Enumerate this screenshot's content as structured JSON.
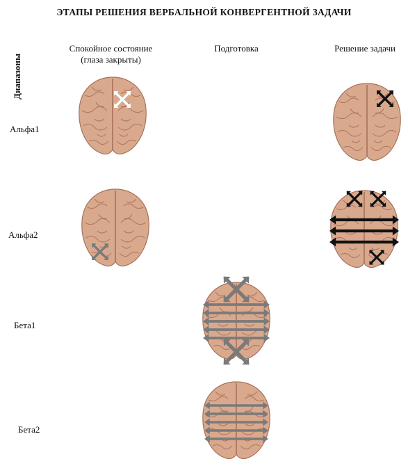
{
  "title": "ЭТАПЫ РЕШЕНИЯ ВЕРБАЛЬНОЙ КОНВЕРГЕНТНОЙ ЗАДАЧИ",
  "axis_label": "Диапазоны",
  "columns": [
    {
      "line1": "Спокойное состояние",
      "line2": "(глаза закрыты)"
    },
    {
      "line1": "Подготовка",
      "line2": ""
    },
    {
      "line1": "Решение задачи",
      "line2": ""
    }
  ],
  "rows": [
    "Альфа1",
    "Альфа2",
    "Бета1",
    "Бета2"
  ],
  "colors": {
    "brain_fill": "#d9a98e",
    "gyri_line": "#a8705a",
    "alpha1_marker": "#ffffff",
    "task_marker": "#111111",
    "beta_marker": "#7a7a7a"
  }
}
